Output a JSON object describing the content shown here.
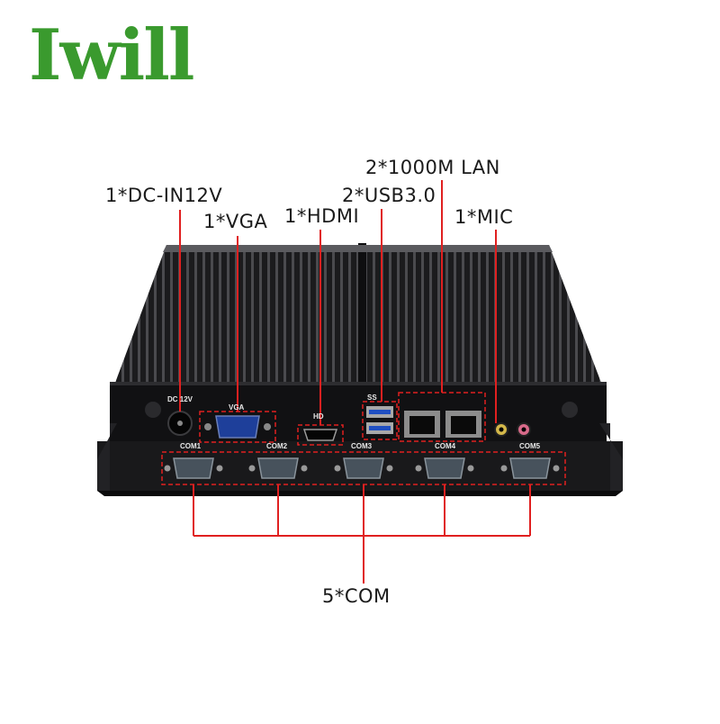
{
  "brand": {
    "logo_text": "Iwill",
    "logo_color": "#3a9a2e"
  },
  "callouts": {
    "dc": "1*DC-IN12V",
    "vga": "1*VGA",
    "hdmi": "1*HDMI",
    "usb": "2*USB3.0",
    "lan": "2*1000M LAN",
    "mic": "1*MIC",
    "com": "5*COM"
  },
  "panel_labels": {
    "dc": "DC 12V",
    "vga": "VGA",
    "hdmi": "HD",
    "usb": "SS",
    "com": [
      "COM1",
      "COM2",
      "COM3",
      "COM4",
      "COM5"
    ]
  },
  "colors": {
    "callout_line": "#e02020",
    "chassis": "#1c1c1e",
    "panel": "#111113"
  }
}
